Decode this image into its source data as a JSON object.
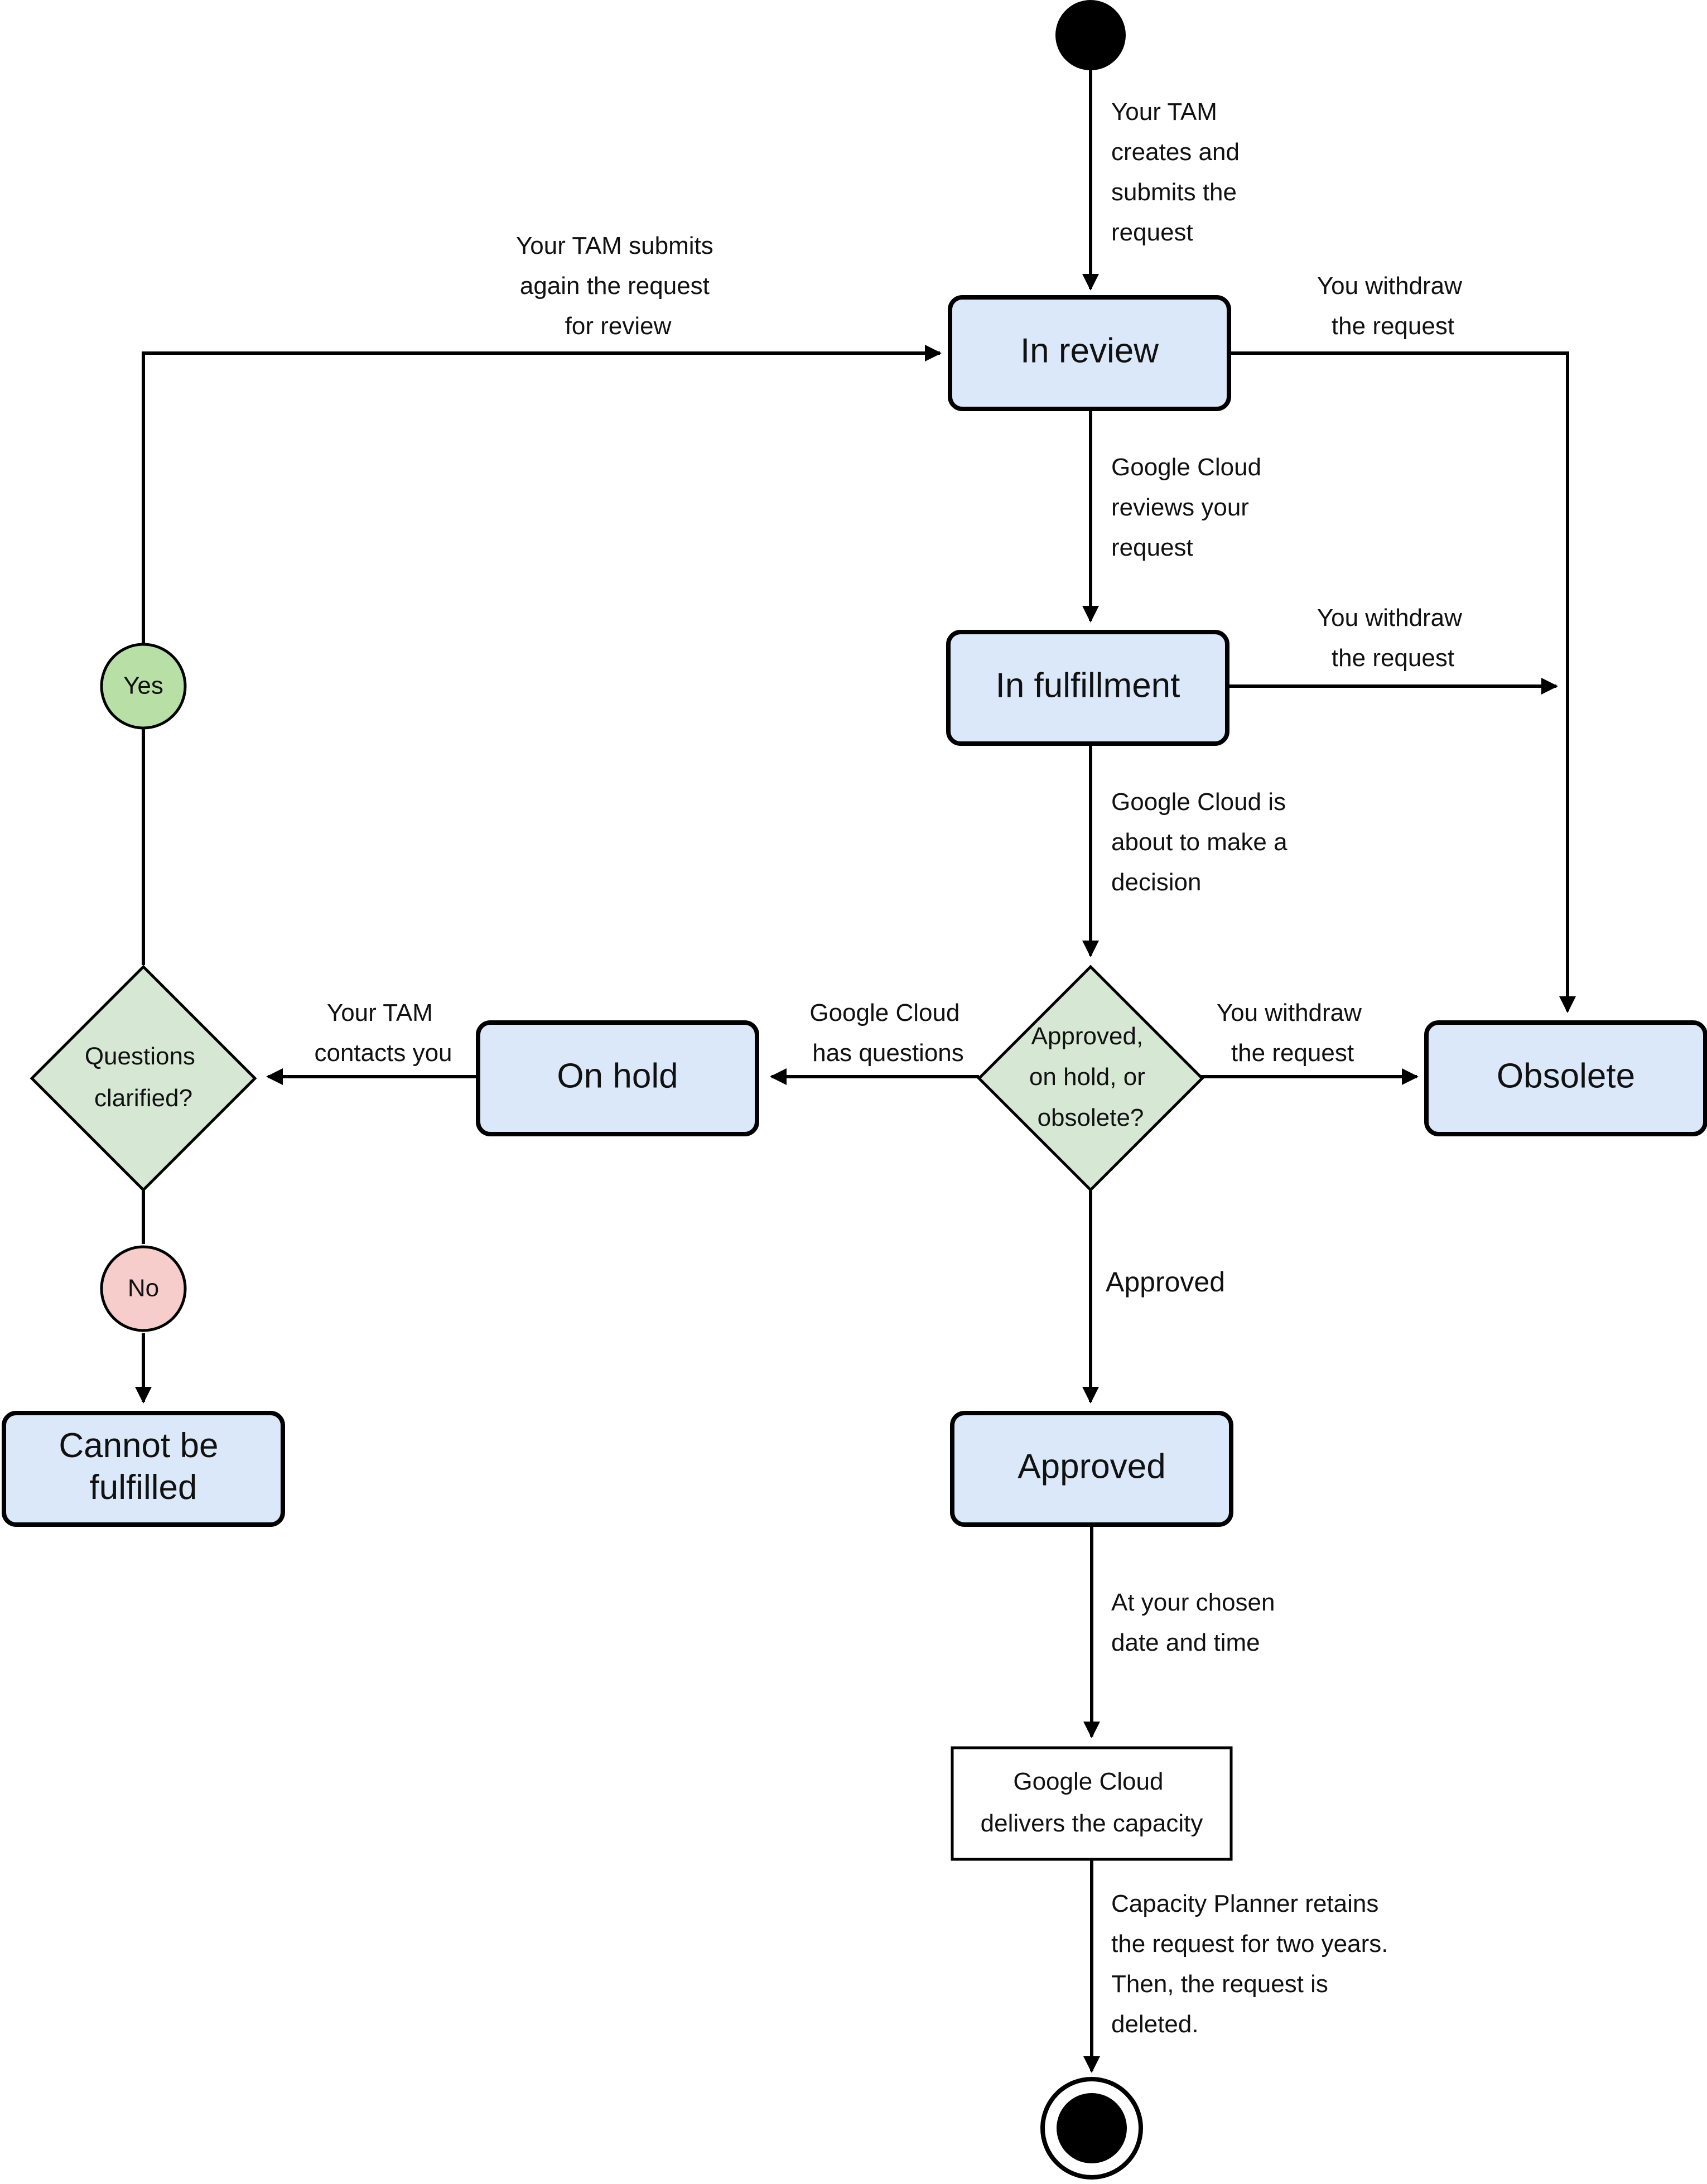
{
  "colors": {
    "state_fill": "#dbe8f9",
    "decision_fill": "#d6e8d4",
    "yes_fill": "#b8e0a6",
    "no_fill": "#f7cdcc",
    "stroke": "#000000"
  },
  "nodes": {
    "in_review": "In review",
    "in_fulfillment": "In fulfillment",
    "on_hold": "On hold",
    "obsolete": "Obsolete",
    "cannot_be_fulfilled": [
      "Cannot be",
      "fulfilled"
    ],
    "approved": "Approved",
    "delivers_capacity": [
      "Google Cloud",
      "delivers the capacity"
    ],
    "decision_main": [
      "Approved,",
      "on hold, or",
      "obsolete?"
    ],
    "decision_questions": [
      "Questions",
      "clarified?"
    ],
    "yes": "Yes",
    "no": "No"
  },
  "edges": {
    "start_to_review": [
      "Your TAM",
      "creates and",
      "submits the",
      "request"
    ],
    "resubmit": [
      "Your TAM submits",
      "again the request",
      "for review"
    ],
    "withdraw_from_review": [
      "You withdraw",
      "the request"
    ],
    "review_to_fulfillment": [
      "Google Cloud",
      "reviews your",
      "request"
    ],
    "withdraw_from_fulfillment": [
      "You withdraw",
      "the request"
    ],
    "fulfillment_to_decision": [
      "Google Cloud is",
      "about to make a",
      "decision"
    ],
    "decision_to_on_hold": [
      "Google Cloud",
      "has questions"
    ],
    "withdraw_from_decision": [
      "You withdraw",
      "the request"
    ],
    "on_hold_to_questions": [
      "Your TAM",
      "contacts you"
    ],
    "decision_to_approved": "Approved",
    "approved_to_delivery": [
      "At your chosen",
      "date and time"
    ],
    "delivery_to_end": [
      "Capacity Planner retains",
      "the request for two years.",
      "Then, the request is",
      "deleted."
    ]
  }
}
